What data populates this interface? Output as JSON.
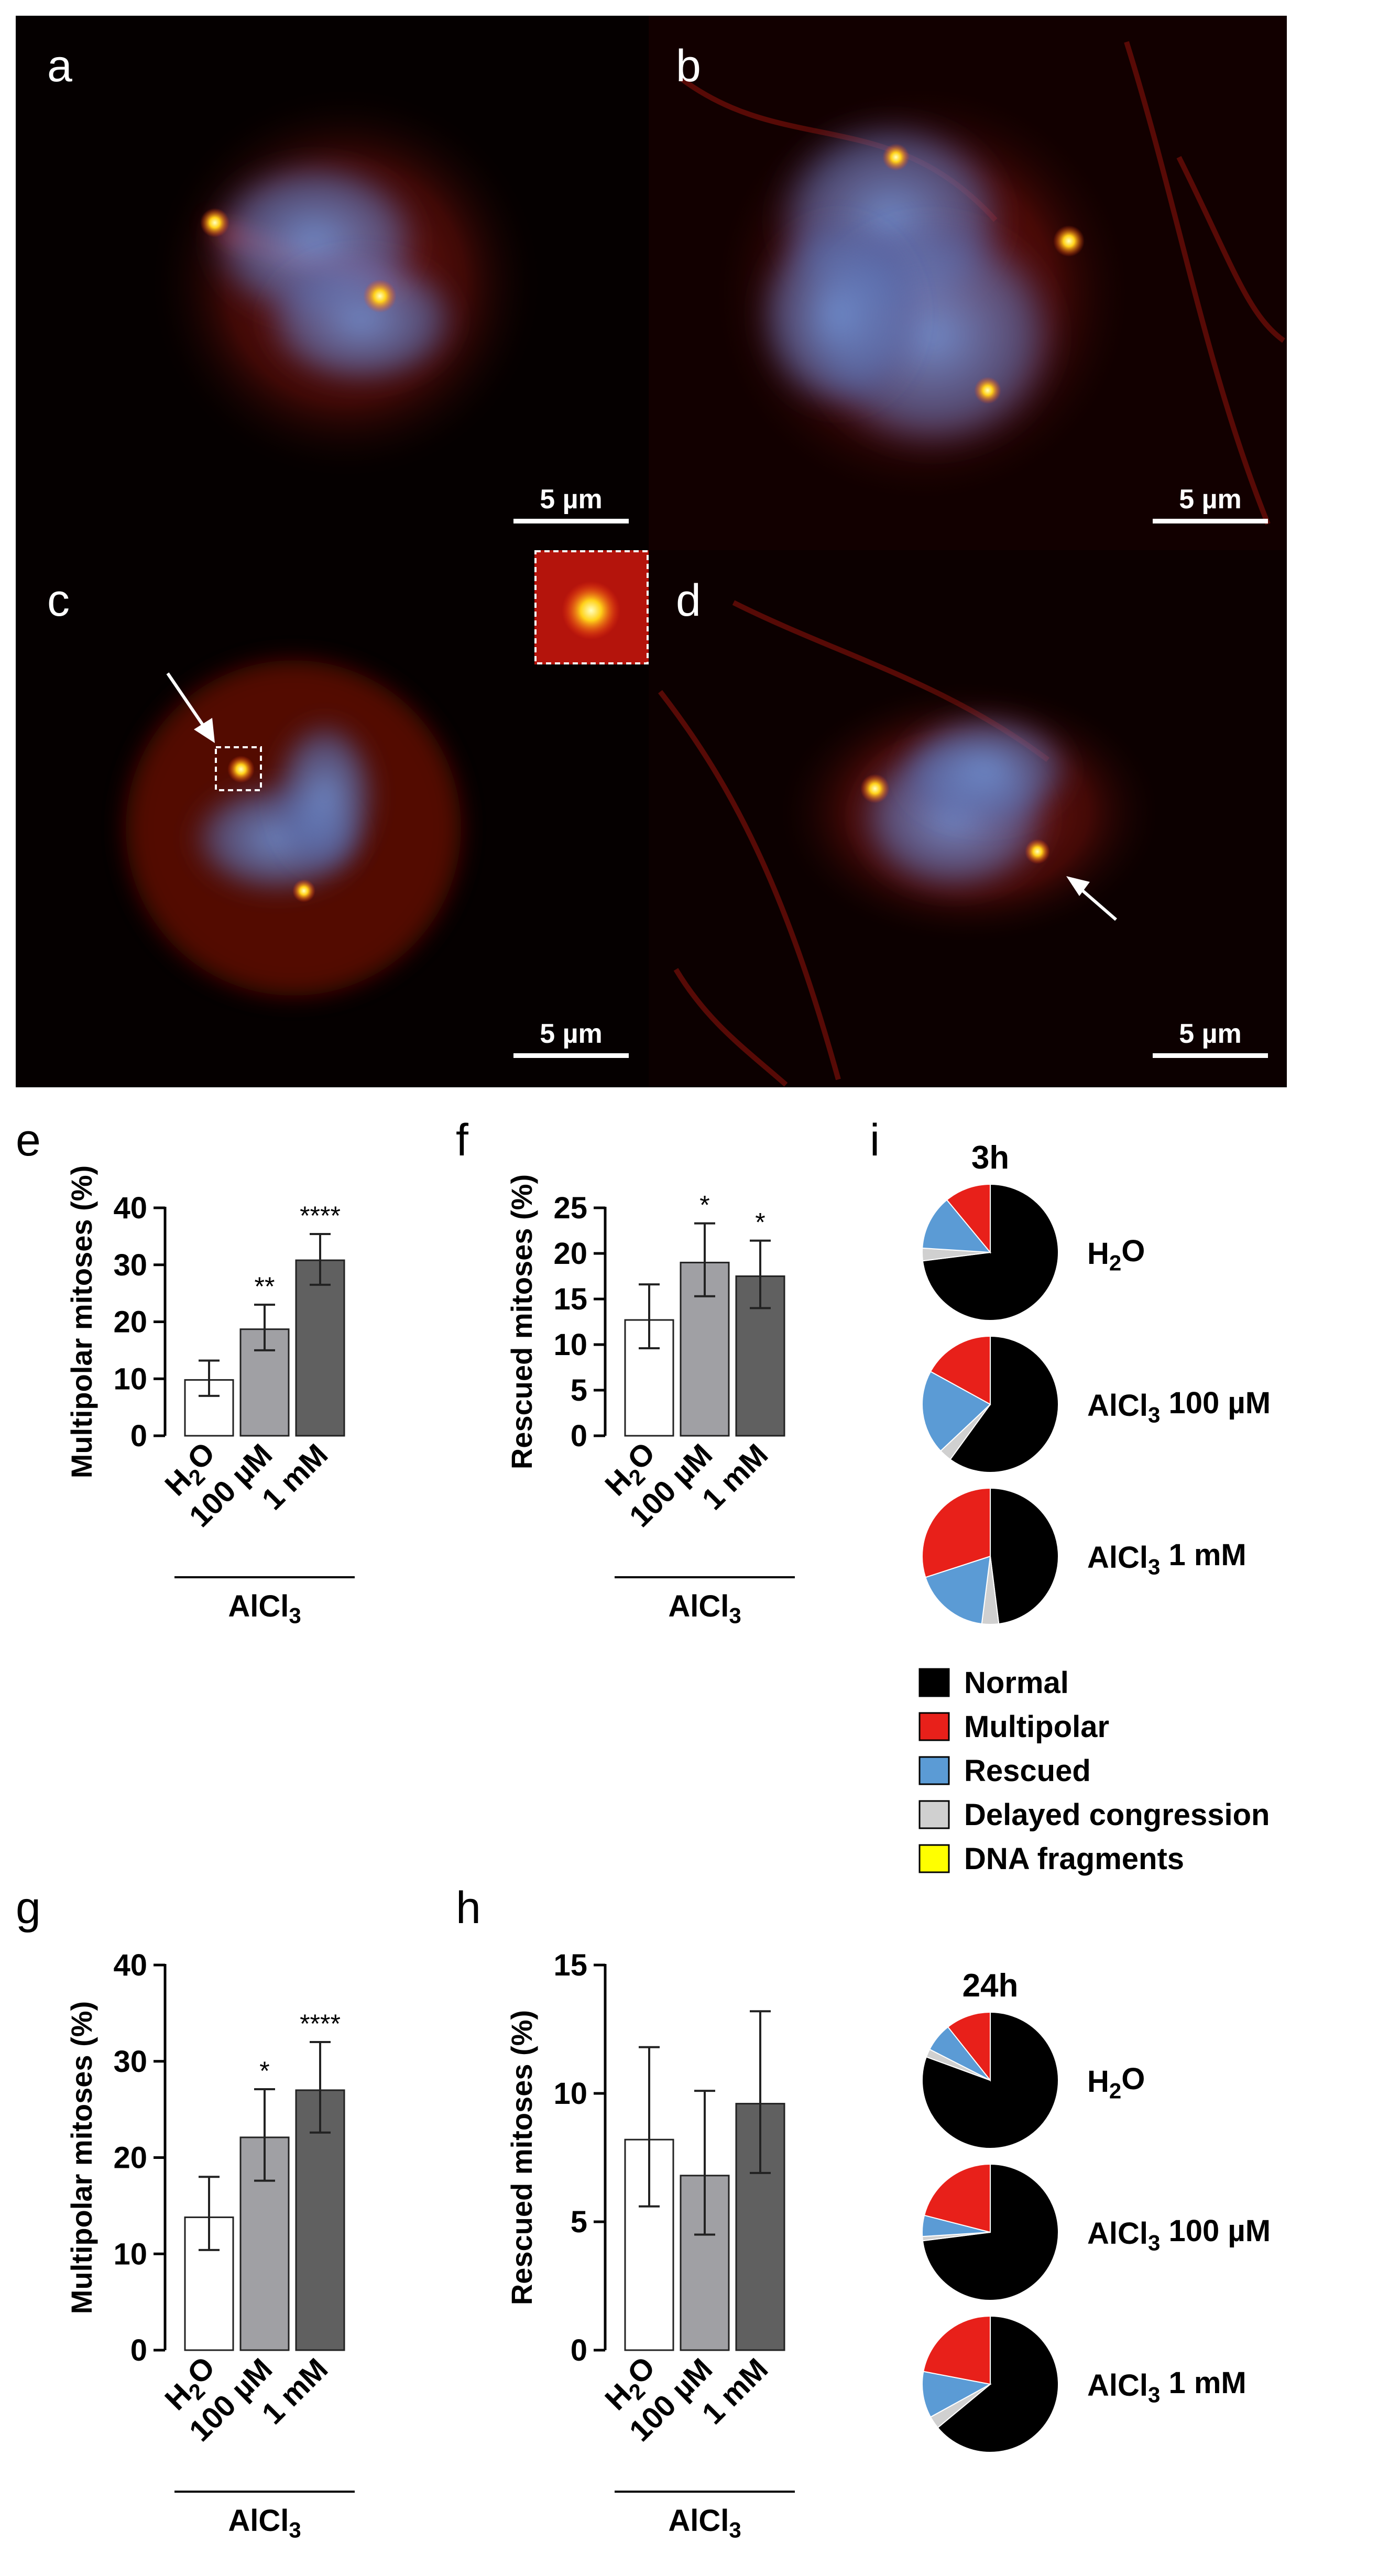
{
  "panel_letters": [
    "a",
    "b",
    "c",
    "d",
    "e",
    "f",
    "g",
    "h",
    "i"
  ],
  "scale_bar_label": "5 µm",
  "colors": {
    "red": "#e8201a",
    "blue": "#5b9bd5",
    "black": "#000000",
    "gray": "#d0d0d0",
    "yellow": "#ffff00",
    "bar_light": "#a0a0a4",
    "bar_dark": "#606060",
    "bar_white": "#ffffff"
  },
  "chart_data": [
    {
      "id": "e",
      "type": "bar",
      "categories": [
        "H2O",
        "100 µM",
        "1 mM"
      ],
      "values": [
        9.8,
        18.7,
        30.8
      ],
      "err_low": [
        7.0,
        15.0,
        26.5
      ],
      "err_high": [
        13.2,
        23.0,
        35.4
      ],
      "significance": [
        "",
        "**",
        "****"
      ],
      "ylabel": "Multipolar mitoses (%)",
      "xgroup_label": "AlCl3",
      "ylim": [
        0,
        40
      ],
      "yticks": [
        0,
        10,
        20,
        30,
        40
      ]
    },
    {
      "id": "f",
      "type": "bar",
      "categories": [
        "H2O",
        "100 µM",
        "1 mM"
      ],
      "values": [
        12.7,
        19.0,
        17.5
      ],
      "err_low": [
        9.6,
        15.3,
        14.0
      ],
      "err_high": [
        16.6,
        23.3,
        21.4
      ],
      "significance": [
        "",
        "*",
        "*"
      ],
      "ylabel": "Rescued mitoses (%)",
      "xgroup_label": "AlCl3",
      "ylim": [
        0,
        25
      ],
      "yticks": [
        0,
        5,
        10,
        15,
        20,
        25
      ]
    },
    {
      "id": "g",
      "type": "bar",
      "categories": [
        "H2O",
        "100 µM",
        "1 mM"
      ],
      "values": [
        13.8,
        22.1,
        27.0
      ],
      "err_low": [
        10.4,
        17.6,
        22.6
      ],
      "err_high": [
        18.0,
        27.1,
        32.0
      ],
      "significance": [
        "",
        "*",
        "****"
      ],
      "ylabel": "Multipolar mitoses (%)",
      "xgroup_label": "AlCl3",
      "ylim": [
        0,
        40
      ],
      "yticks": [
        0,
        10,
        20,
        30,
        40
      ]
    },
    {
      "id": "h",
      "type": "bar",
      "categories": [
        "H2O",
        "100 µM",
        "1 mM"
      ],
      "values": [
        8.2,
        6.8,
        9.6
      ],
      "err_low": [
        5.6,
        4.5,
        6.9
      ],
      "err_high": [
        11.8,
        10.1,
        13.2
      ],
      "significance": [
        "",
        "",
        ""
      ],
      "ylabel": "Rescued mitoses (%)",
      "xgroup_label": "AlCl3",
      "ylim": [
        0,
        15
      ],
      "yticks": [
        0,
        5,
        10,
        15
      ]
    },
    {
      "id": "i",
      "type": "pie",
      "categories": [
        "Normal",
        "Multipolar",
        "Rescued",
        "Delayed congression",
        "DNA fragments"
      ],
      "groups": [
        {
          "title": "3h",
          "pies": [
            {
              "label": "H2O",
              "values": [
                73,
                11,
                13,
                3,
                0
              ]
            },
            {
              "label": "AlCl3 100 µM",
              "values": [
                60,
                17,
                20,
                3,
                0
              ]
            },
            {
              "label": "AlCl3 1 mM",
              "values": [
                48,
                30,
                18,
                4,
                0
              ]
            }
          ]
        },
        {
          "title": "24h",
          "pies": [
            {
              "label": "H2O",
              "values": [
                83,
                11,
                7,
                2,
                0
              ]
            },
            {
              "label": "AlCl3 100 µM",
              "values": [
                73,
                21,
                5,
                1,
                0
              ]
            },
            {
              "label": "AlCl3 1 mM",
              "values": [
                64,
                22,
                11,
                3,
                0
              ]
            }
          ]
        }
      ]
    }
  ]
}
